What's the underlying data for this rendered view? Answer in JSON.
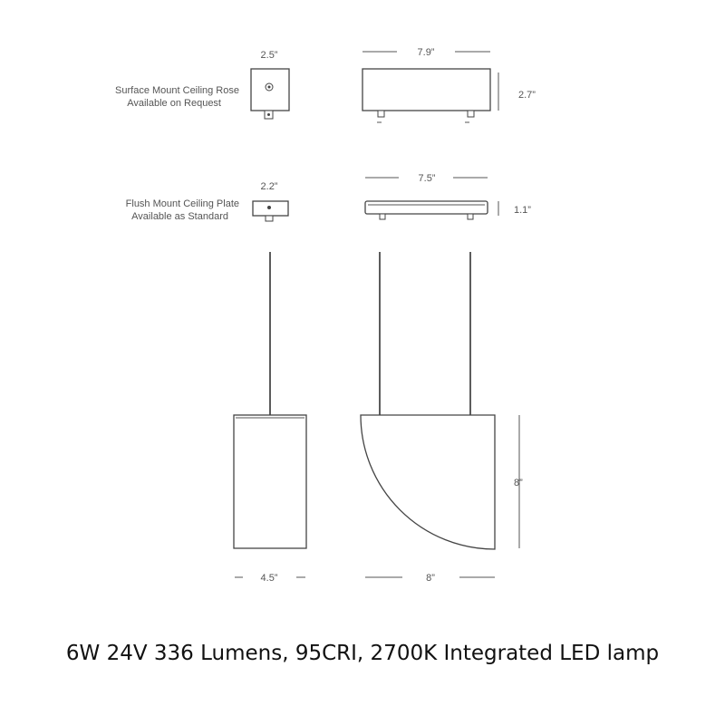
{
  "rose": {
    "note_line1": "Surface Mount Ceiling Rose",
    "note_line2": "Available on Request",
    "width_label": "2.5”",
    "length_label": "7.9”",
    "height_label": "2.7”"
  },
  "plate": {
    "note_line1": "Flush Mount Ceiling Plate",
    "note_line2": "Available as Standard",
    "width_label": "2.2”",
    "length_label": "7.5”",
    "height_label": "1.1”"
  },
  "pendant": {
    "front_width_label": "4.5”",
    "side_width_label": "8”",
    "height_label": "8”"
  },
  "caption": "6W 24V 336 Lumens, 95CRI, 2700K Integrated LED lamp"
}
